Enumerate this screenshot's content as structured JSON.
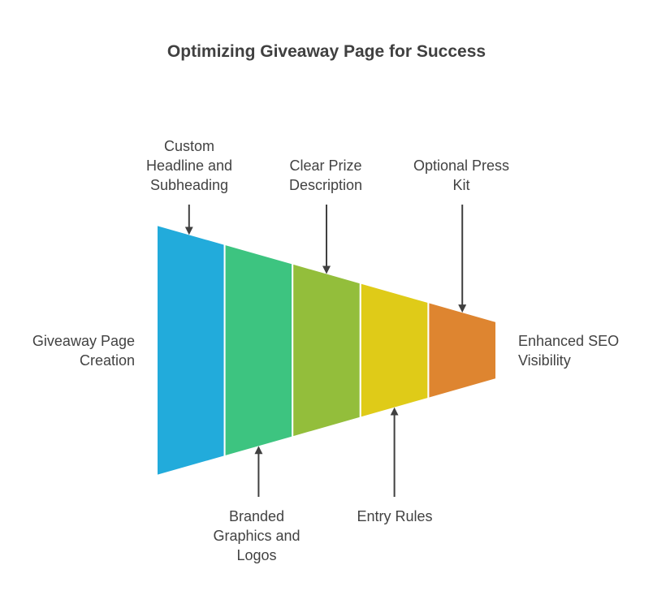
{
  "title": "Optimizing Giveaway Page for Success",
  "start_label": [
    "Giveaway Page",
    "Creation"
  ],
  "end_label": [
    "Enhanced SEO",
    "Visibility"
  ],
  "segments": [
    {
      "color": "#22abdb",
      "label": [
        "Custom",
        "Headline and",
        "Subheading"
      ],
      "position": "top"
    },
    {
      "color": "#3dc480",
      "label": [
        "Branded",
        "Graphics and",
        "Logos"
      ],
      "position": "bottom"
    },
    {
      "color": "#93be3b",
      "label": [
        "Clear Prize",
        "Description"
      ],
      "position": "top"
    },
    {
      "color": "#dfcb18",
      "label": [
        "Entry Rules"
      ],
      "position": "bottom"
    },
    {
      "color": "#de8530",
      "label": [
        "Optional Press",
        "Kit"
      ],
      "position": "top"
    }
  ]
}
